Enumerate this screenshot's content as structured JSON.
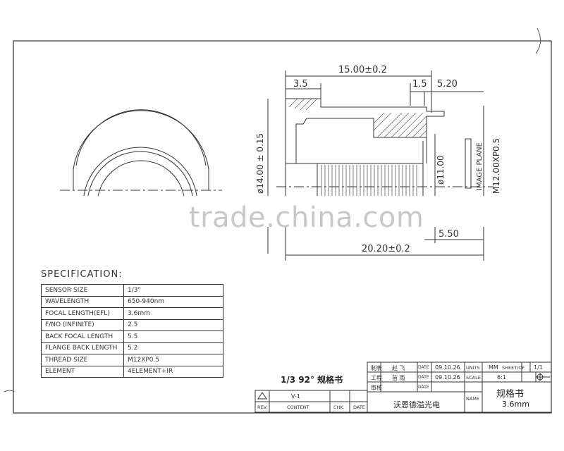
{
  "dimensions": {
    "overall_top": "15.00±0.2",
    "left_step": "3.5",
    "step_small": "1.5",
    "right_gap": "5.20",
    "diameter_outer": "ø14.00 ± 0.15",
    "diameter_inner": "ø11.00",
    "image_plane": "IMAGE PLANE",
    "thread": "M12.00XP0.5",
    "bottom_small": "5.50",
    "overall_bottom": "20.20±0.2"
  },
  "watermark": "trade.china.com",
  "specification": {
    "title": "SPECIFICATION:",
    "rows": [
      {
        "label": "SENSOR SIZE",
        "value": "1/3\""
      },
      {
        "label": "WAVELENGTH",
        "value": "650-940nm"
      },
      {
        "label": "FOCAL LENGTH(EFL)",
        "value": "3.6mm"
      },
      {
        "label": "F/NO (INFINITE)",
        "value": "2.5"
      },
      {
        "label": "BACK FOCAL LENGTH",
        "value": "5.5"
      },
      {
        "label": "FLANGE BACK LENGTH",
        "value": "5.2"
      },
      {
        "label": "THREAD SIZE",
        "value": "M12XP0.5"
      },
      {
        "label": "ELEMENT",
        "value": "4ELEMENT+IR"
      }
    ]
  },
  "caption": "1/3 92° 规格书",
  "title_block": {
    "made_by_label": "制表",
    "made_by": "赵 飞",
    "engineer_label": "工程",
    "engineer": "苗 雨",
    "review_label": "审核",
    "date_label": "DATE",
    "date1": "09.10.26",
    "date2": "09.10.26",
    "units_label": "UNITS",
    "units": "MM",
    "sheet_label": "SHEET/OF",
    "sheet": "1/1",
    "scale_label": "SCALE",
    "scale": "6:1",
    "name_label": "NAME",
    "doc_name": "规格书",
    "doc_size": "3.6mm",
    "company": "沃恩德溢光电",
    "rev_mark": "V-1",
    "rev_label": "REV.",
    "content_label": "CONTENT",
    "chk_label": "CHK.",
    "date_col_label": "DATE"
  }
}
